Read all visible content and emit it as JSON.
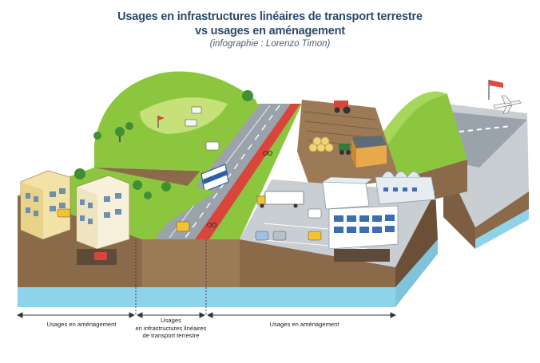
{
  "title": {
    "line1": "Usages en infrastructures linéaires de transport terrestre",
    "line2": "vs usages en aménagement",
    "credit": "(infographie : Lorenzo Timon)"
  },
  "sections": [
    {
      "label": "Usages en aménagement"
    },
    {
      "label_line1": "Usages",
      "label_line2": "en infrastructures linéaires",
      "label_line3": "de transport terrestre"
    },
    {
      "label": "Usages en aménagement"
    }
  ],
  "colors": {
    "title": "#2c4a6b",
    "grass": "#8cc63f",
    "soil": "#8b6a4a",
    "water": "#8ed3ea",
    "road": "#9aa2ab",
    "bike_lane": "#d9453a"
  }
}
